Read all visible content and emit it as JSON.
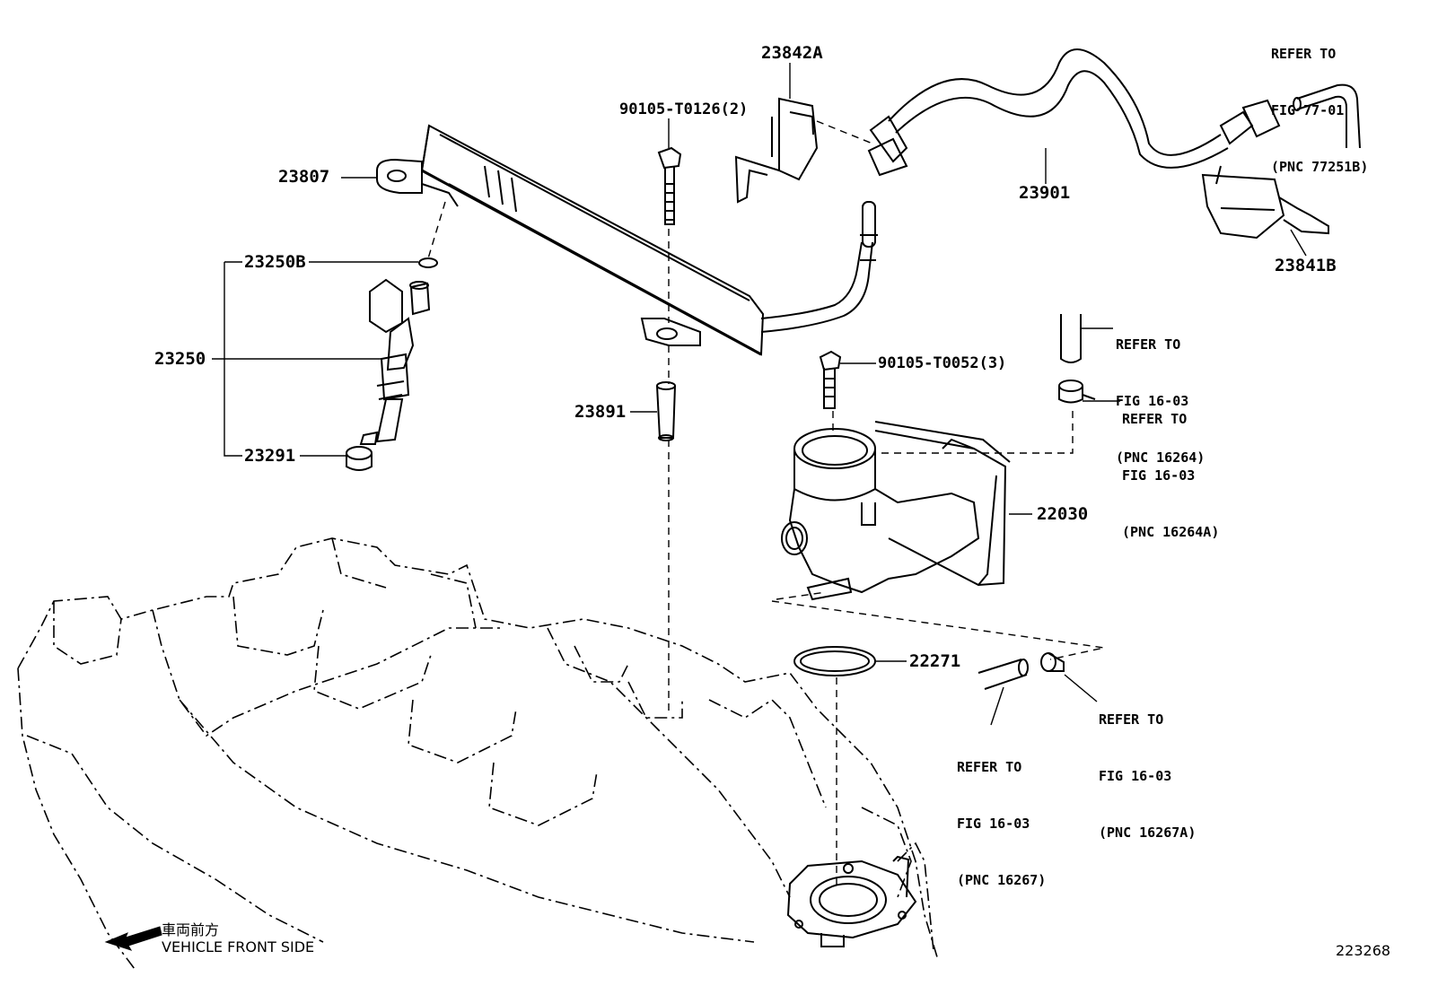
{
  "labels": {
    "p23842A": "23842A",
    "p90105_T0126": "90105-T0126(2)",
    "p23807": "23807",
    "p23901": "23901",
    "p23841B": "23841B",
    "p23250B": "23250B",
    "p23250": "23250",
    "p23291": "23291",
    "p23891": "23891",
    "p90105_T0052": "90105-T0052(3)",
    "p22030": "22030",
    "p22271": "22271"
  },
  "refs": {
    "r77251B": {
      "l1": "REFER TO",
      "l2": "FIG 77-01",
      "l3": "(PNC 77251B)"
    },
    "r16264": {
      "l1": "REFER TO",
      "l2": "FIG 16-03",
      "l3": "(PNC 16264)"
    },
    "r16264A": {
      "l1": "REFER TO",
      "l2": "FIG 16-03",
      "l3": "(PNC 16264A)"
    },
    "r16267A": {
      "l1": "REFER TO",
      "l2": "FIG 16-03",
      "l3": "(PNC 16267A)"
    },
    "r16267": {
      "l1": "REFER TO",
      "l2": "FIG 16-03",
      "l3": "(PNC 16267)"
    }
  },
  "footer": {
    "front_jp": "車両前方",
    "front_en": "VEHICLE FRONT SIDE",
    "illustration_no": "223268"
  },
  "icons": {
    "front_arrow": "arrow-left-icon"
  }
}
